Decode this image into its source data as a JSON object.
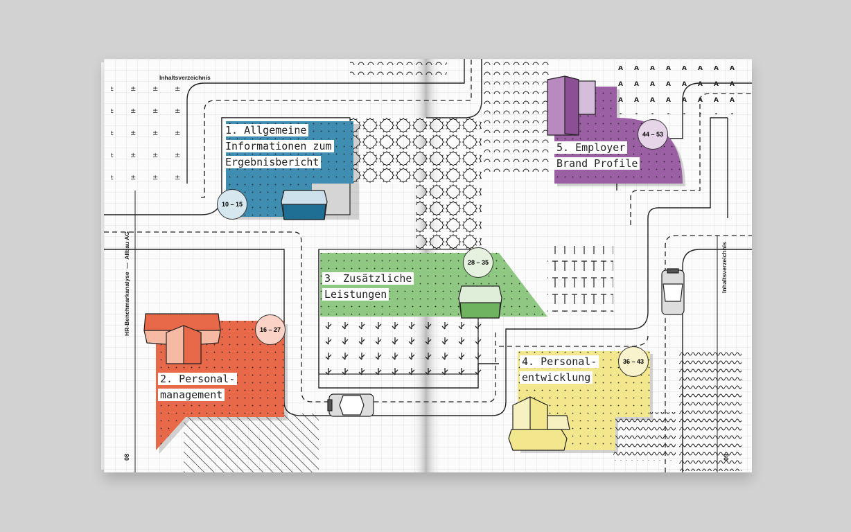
{
  "header": {
    "toc_left": "Inhaltsverzeichnis",
    "toc_right": "Inhaltsverzeichnis",
    "spine_title": "HR-Benchmarkanalyse",
    "spine_dash": "—",
    "spine_company": "Allbau AG",
    "page_left": "08",
    "page_right": "09"
  },
  "sections": [
    {
      "title_line1": "1. Allgemeine",
      "title_line2": "Informationen zum",
      "title_line3": "Ergebnisbericht",
      "pages": "10 – 15",
      "color": "#3f8db0"
    },
    {
      "title_line1": "2. Personal-",
      "title_line2": "management",
      "pages": "16 – 27",
      "color": "#e8694a"
    },
    {
      "title_line1": "3. Zusätzliche",
      "title_line2": "Leistungen",
      "pages": "28 – 35",
      "color": "#8fc882"
    },
    {
      "title_line1": "4. Personal-",
      "title_line2": "entwicklung",
      "pages": "36 – 43",
      "color": "#f2e78c"
    },
    {
      "title_line1": "5. Employer",
      "title_line2": "Brand Profile",
      "pages": "44 – 53",
      "color": "#9b5fa4"
    }
  ],
  "icons": [
    "house-icon",
    "car-icon",
    "building-icon"
  ]
}
